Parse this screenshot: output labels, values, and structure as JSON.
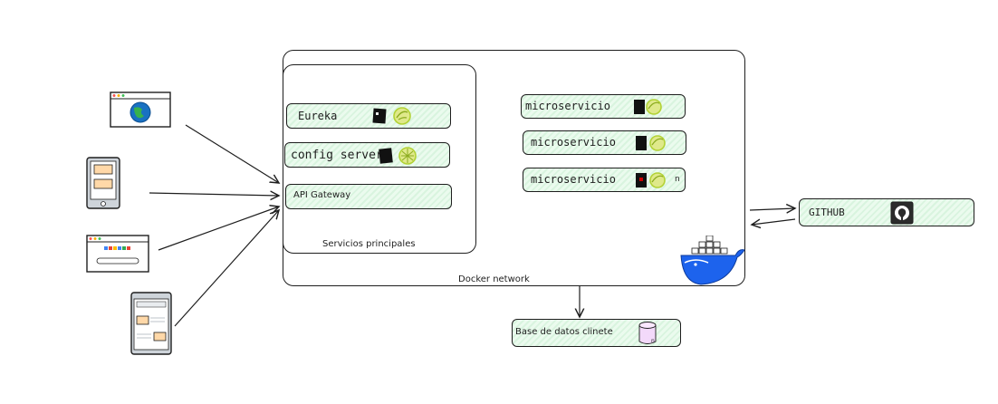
{
  "services": {
    "eureka": "Eureka",
    "config_server": "config server",
    "api_gateway": "API Gateway",
    "caption": "Servicios principales"
  },
  "microservices": [
    {
      "label": "microservicio"
    },
    {
      "label": "microservicio"
    },
    {
      "label": "microservicio",
      "suffix": "n"
    }
  ],
  "docker_network": "Docker network",
  "github": "GITHUB",
  "database": "Base de datos clinete",
  "colors": {
    "pill_fill": "#ebfbee",
    "stroke": "#1e1e1e",
    "database_fill": "#f3d9fa",
    "spring_green": "#b2d235",
    "docker_blue": "#1d63ed",
    "icon_orange": "#ffd8a8"
  },
  "icons": [
    "browser-globe-icon",
    "mobile-phone-icon",
    "google-browser-icon",
    "tablet-icon",
    "spring-leaf-icon",
    "docker-whale-icon",
    "github-icon",
    "database-icon"
  ]
}
